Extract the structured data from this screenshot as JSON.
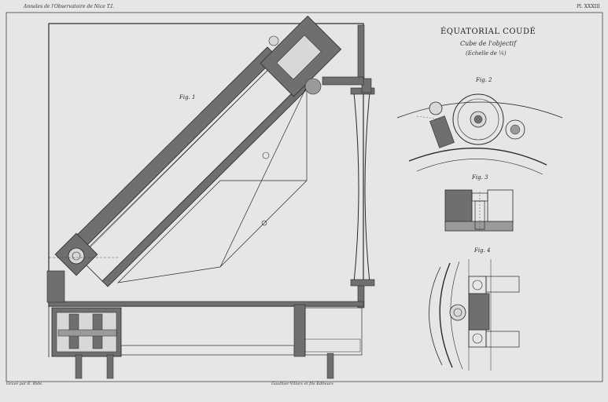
{
  "header": {
    "left": "Annales de l'Observatoire de Nice T.I.",
    "right": "Pl. XXXIII"
  },
  "title": "ÉQUATORIAL COUDÉ",
  "subtitle": "Cube de l'objectif",
  "scale": "(Echelle de ¼)",
  "figures": {
    "fig1": "Fig. 1",
    "fig2": "Fig. 2",
    "fig3": "Fig. 3",
    "fig4": "Fig. 4"
  },
  "footer": {
    "engraver": "Gravé par E. Bidé.",
    "publisher": "Gauthier-Villars et fils Éditeurs"
  },
  "colors": {
    "paper": "#e6e6e4",
    "section_fill": "#6f6f6f",
    "ink": "#2a2a2a"
  }
}
